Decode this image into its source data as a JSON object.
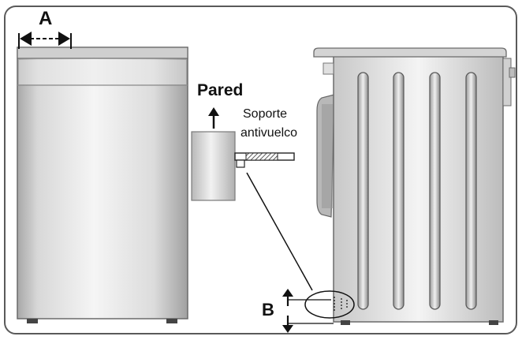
{
  "labels": {
    "dimension_a": "A",
    "wall": "Pared",
    "bracket_line1": "Soporte",
    "bracket_line2": "antivuelco",
    "dimension_b": "B"
  },
  "colors": {
    "frame_stroke": "#5a5a5a",
    "cabinet_light": "#f2f2f2",
    "cabinet_mid": "#cfcfcf",
    "cabinet_dark": "#9a9a9a",
    "line": "#1a1a1a"
  }
}
